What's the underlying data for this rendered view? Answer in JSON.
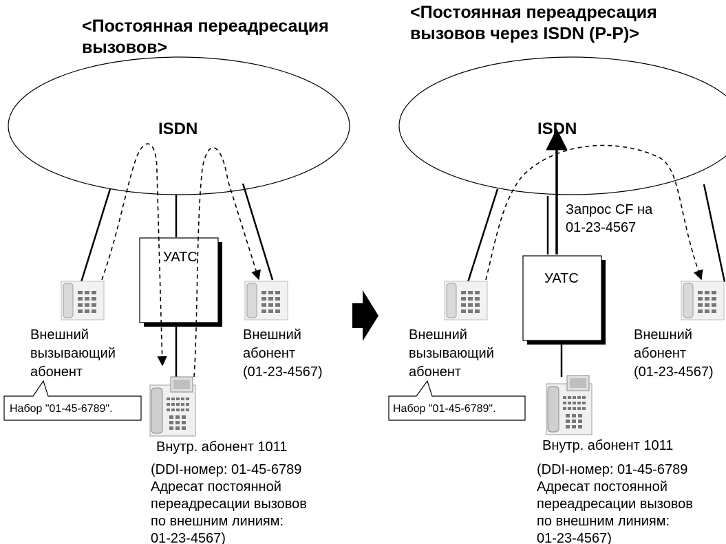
{
  "left_panel": {
    "title_line1": "<Постоянная переадресация",
    "title_line2": "вызовов>",
    "network": "ISDN",
    "pbx": "УАТС",
    "caller": [
      "Внешний",
      "вызывающий",
      "абонент"
    ],
    "dial_callout": "Набор \"01-45-6789\".",
    "callee": [
      "Внешний",
      "абонент",
      "(01-23-4567)"
    ],
    "extension_title": "Внутр. абонент 1011",
    "extension_details": [
      "(DDI-номер: 01-45-6789",
      "Адресат постоянной",
      "переадресации вызовов",
      "по внешним линиям:",
      "01-23-4567)"
    ]
  },
  "right_panel": {
    "title_line1": "<Постоянная переадресация",
    "title_line2": "вызовов через ISDN (P-P)>",
    "network": "ISDN",
    "pbx": "УАТС",
    "cf_request": [
      "Запрос CF на",
      "01-23-4567"
    ],
    "caller": [
      "Внешний",
      "вызывающий",
      "абонент"
    ],
    "dial_callout": "Набор \"01-45-6789\".",
    "callee": [
      "Внешний",
      "абонент",
      "(01-23-4567)"
    ],
    "extension_title": "Внутр. абонент 1011",
    "extension_details": [
      "(DDI-номер: 01-45-6789",
      "Адресат постоянной",
      "переадресации вызовов",
      "по внешним линиям:",
      "01-23-4567)"
    ]
  },
  "icons": {
    "transition_arrow": "right-arrow-icon",
    "external_phone": "desk-phone-icon",
    "extension_phone": "keyphone-icon"
  }
}
